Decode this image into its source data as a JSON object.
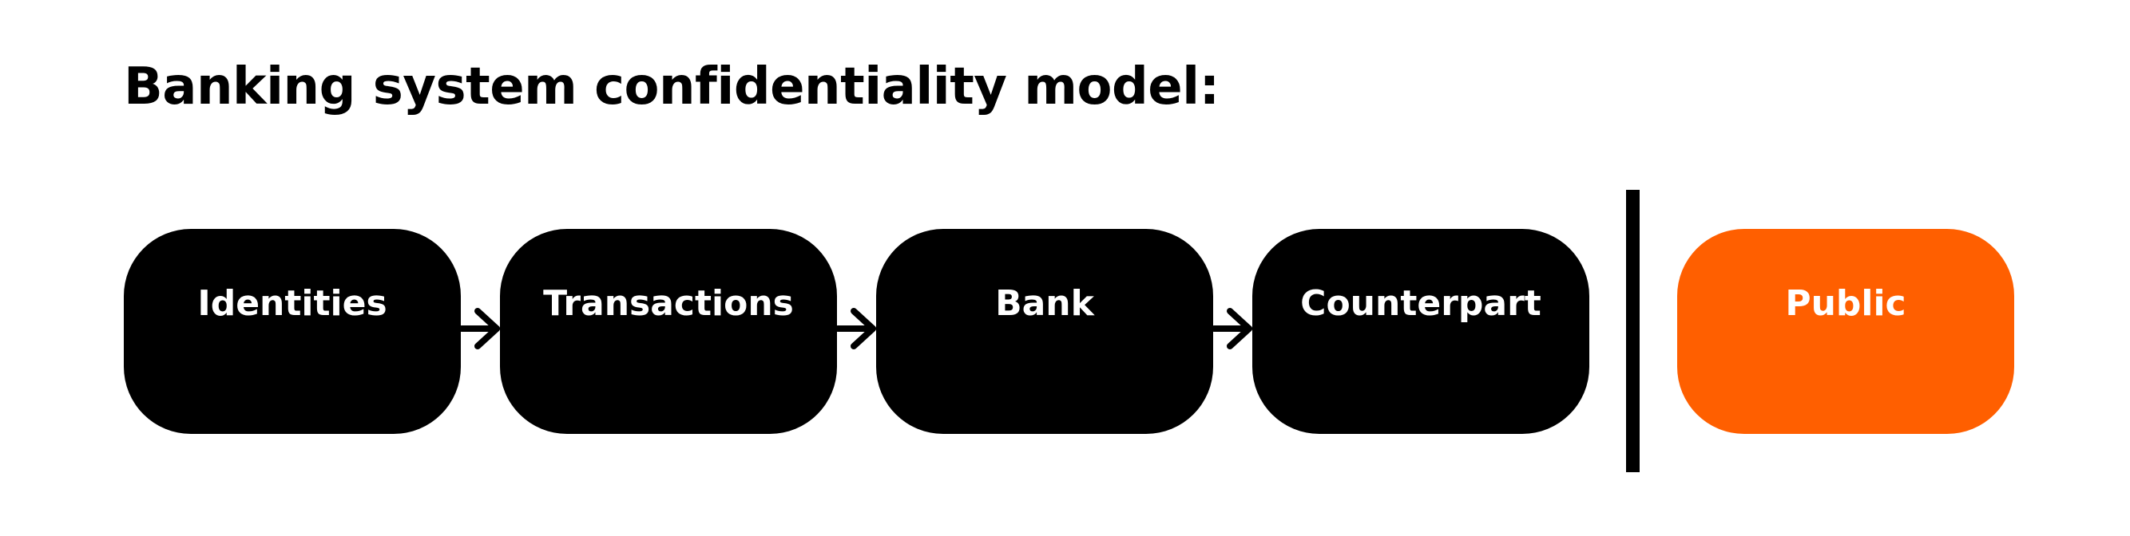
{
  "diagram": {
    "title": "Banking system confidentiality model:",
    "nodes": [
      {
        "label": "Identities",
        "color": "#000000"
      },
      {
        "label": "Transactions",
        "color": "#000000"
      },
      {
        "label": "Bank",
        "color": "#000000"
      },
      {
        "label": "Counterpart",
        "color": "#000000"
      },
      {
        "label": "Public",
        "color": "#FF5F00"
      }
    ],
    "edges": [
      {
        "from": "Identities",
        "to": "Transactions"
      },
      {
        "from": "Transactions",
        "to": "Bank"
      },
      {
        "from": "Bank",
        "to": "Counterpart"
      }
    ],
    "separator": {
      "between": [
        "Counterpart",
        "Public"
      ],
      "color": "#000000"
    }
  }
}
